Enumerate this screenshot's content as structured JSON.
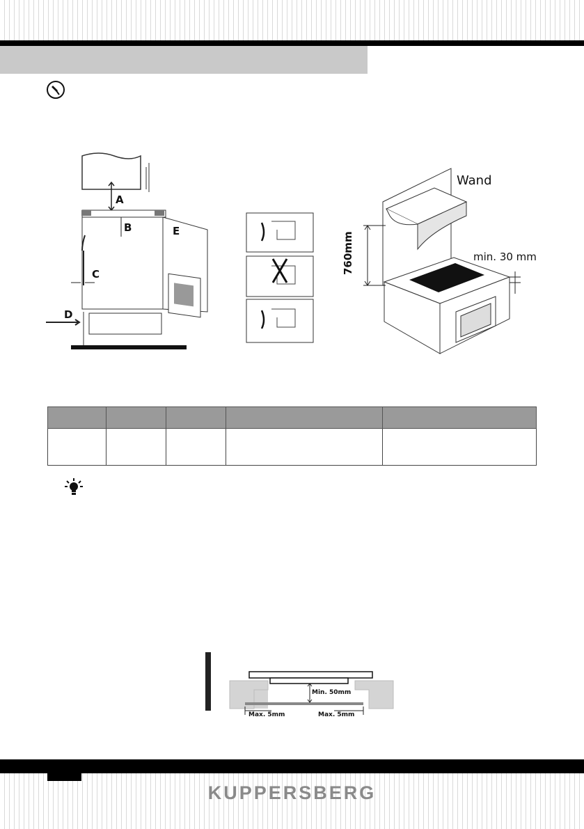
{
  "diagram_labels": {
    "clearances": [
      "A",
      "B",
      "C",
      "D",
      "E"
    ],
    "wall": "Wand",
    "min_gap": "min. 30 mm",
    "height": "760mm",
    "min_depth": "Min. 50mm",
    "max_left": "Max. 5mm",
    "max_right": "Max. 5mm"
  },
  "table": {
    "columns": 5,
    "rows": 1
  },
  "footer": {
    "brand": "KUPPERSBERG"
  },
  "colors": {
    "section_bar": "#c9c9c9",
    "table_header": "#9a9a9a",
    "brand_text": "#8a8a8a"
  },
  "icons": [
    "note-pin-icon",
    "lightbulb-tip-icon"
  ]
}
